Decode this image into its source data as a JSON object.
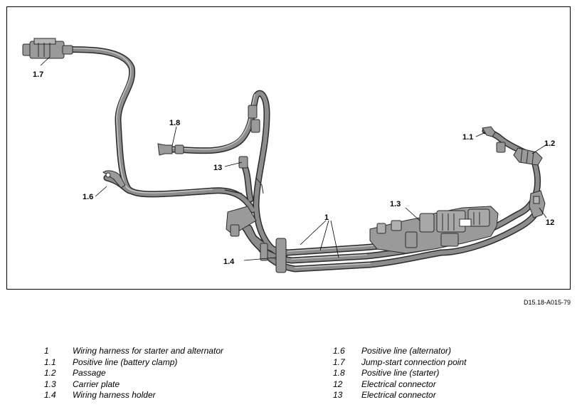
{
  "figure_code": "D15.18-A015-79",
  "callouts": {
    "c1": "1",
    "c1_1": "1.1",
    "c1_2": "1.2",
    "c1_3": "1.3",
    "c1_4": "1.4",
    "c1_6": "1.6",
    "c1_7": "1.7",
    "c1_8": "1.8",
    "c12": "12",
    "c13": "13"
  },
  "legend_left": [
    {
      "num": "1",
      "text": "Wiring harness for starter and alternator"
    },
    {
      "num": "1.1",
      "text": "Positive line (battery clamp)"
    },
    {
      "num": "1.2",
      "text": "Passage"
    },
    {
      "num": "1.3",
      "text": "Carrier plate"
    },
    {
      "num": "1.4",
      "text": "Wiring harness holder"
    }
  ],
  "legend_right": [
    {
      "num": "1.6",
      "text": "Positive line (alternator)"
    },
    {
      "num": "1.7",
      "text": "Jump-start connection point"
    },
    {
      "num": "1.8",
      "text": "Positive line (starter)"
    },
    {
      "num": "12",
      "text": "Electrical connector"
    },
    {
      "num": "13",
      "text": "Electrical connector"
    }
  ],
  "colors": {
    "cable_outline": "#2b2b2b",
    "cable_fill": "#8c8c8c",
    "cable_highlight": "#c4c4c4",
    "part_fill": "#9a9a9a"
  }
}
